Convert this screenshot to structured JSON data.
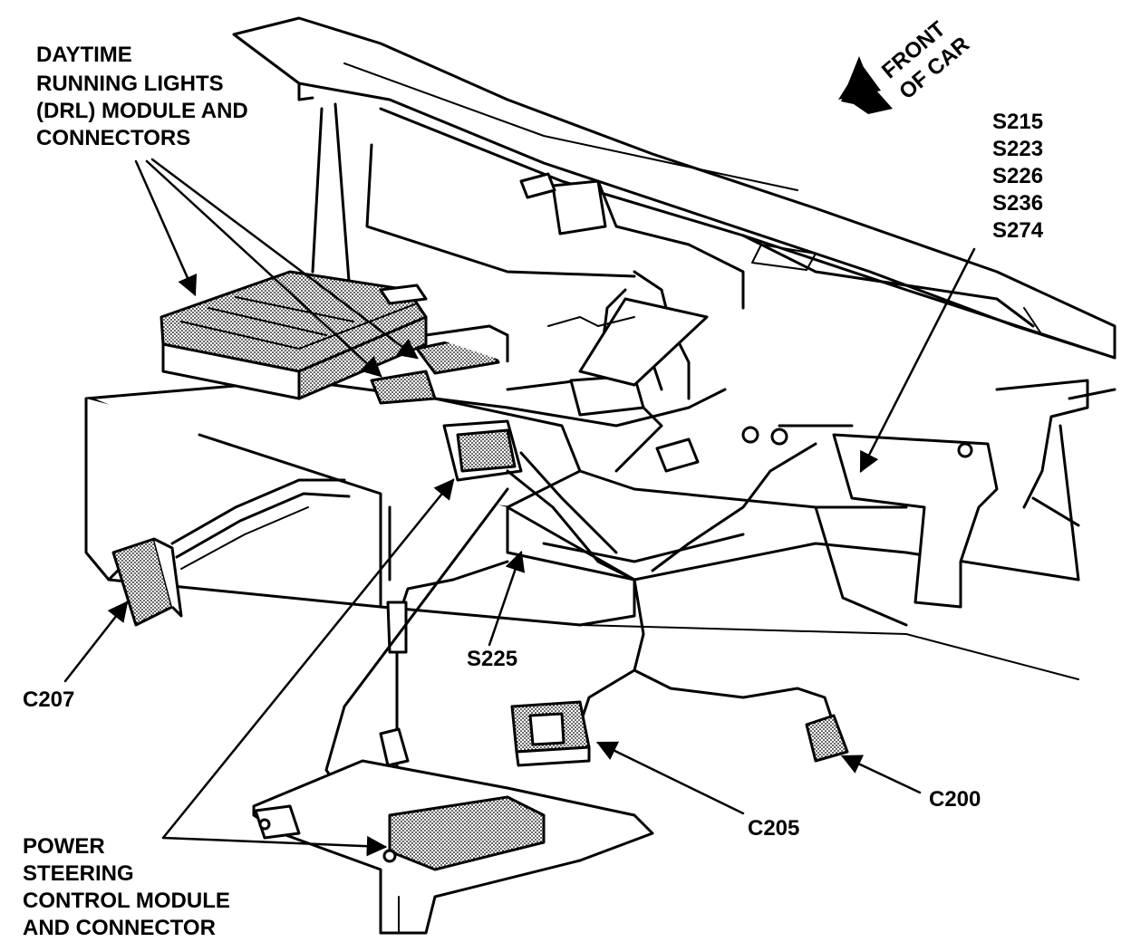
{
  "labels": {
    "drl": [
      "DAYTIME",
      "RUNNING LIGHTS",
      "(DRL) MODULE AND",
      "CONNECTORS"
    ],
    "front": [
      "FRONT",
      "OF CAR"
    ],
    "splices": [
      "S215",
      "S223",
      "S226",
      "S236",
      "S274"
    ],
    "s225": "S225",
    "c207": "C207",
    "c205": "C205",
    "c200": "C200",
    "psm": [
      "POWER",
      "STEERING",
      "CONTROL MODULE",
      "AND CONNECTOR"
    ]
  },
  "colors": {
    "ink": "#000000",
    "paper": "#ffffff"
  },
  "icons": {
    "front_arrow": "arrow-icon"
  }
}
